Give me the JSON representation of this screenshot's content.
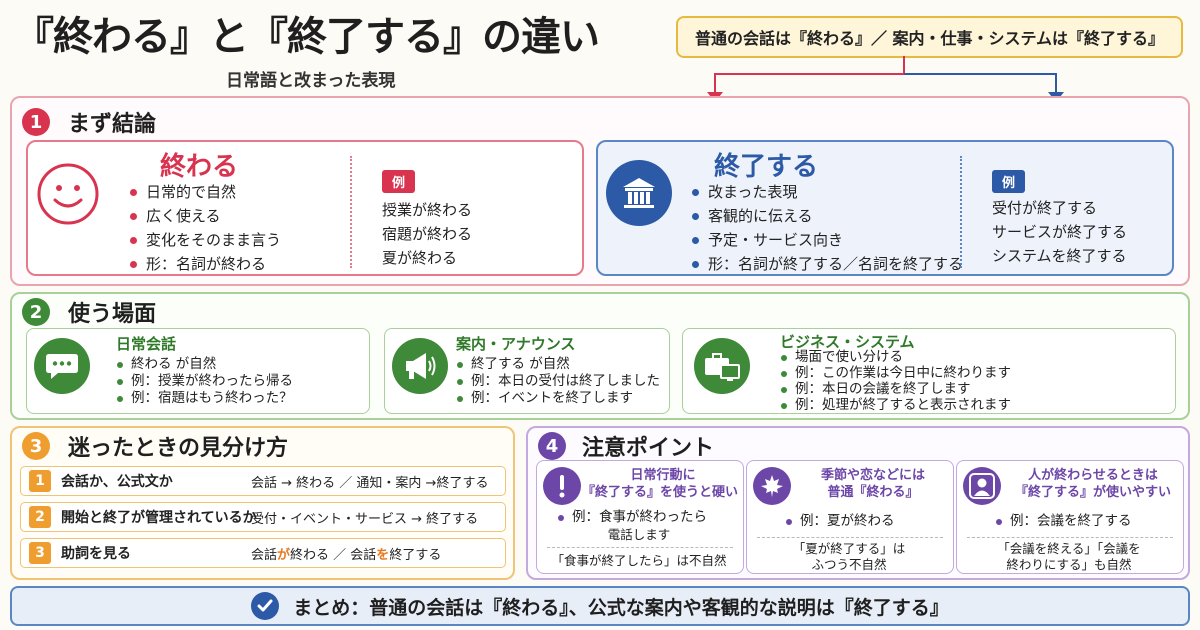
{
  "header": {
    "title": "『終わる』と『終了する』の違い",
    "subtitle": "日常語と改まった表現",
    "summary_box": "普通の会話は『終わる』／ 案内・仕事・システムは『終了する』"
  },
  "colors": {
    "red": "#d8344f",
    "blue": "#2c5aa6",
    "green": "#3f8a38",
    "orange": "#ef9d2e",
    "purple": "#6d47a8"
  },
  "section1": {
    "number": "1",
    "heading": "まず結論",
    "left": {
      "term": "終わる",
      "icon": "smiley-face-icon",
      "points": [
        "日常的で自然",
        "広く使える",
        "変化をそのまま言う",
        "形：名詞が終わる"
      ],
      "example_tag": "例",
      "examples": [
        "授業が終わる",
        "宿題が終わる",
        "夏が終わる"
      ]
    },
    "right": {
      "term": "終了する",
      "icon": "institution-building-icon",
      "points": [
        "改まった表現",
        "客観的に伝える",
        "予定・サービス向き",
        "形：名詞が終了する／名詞を終了する"
      ],
      "example_tag": "例",
      "examples": [
        "受付が終了する",
        "サービスが終了する",
        "システムを終了する"
      ]
    }
  },
  "section2": {
    "number": "2",
    "heading": "使う場面",
    "cards": [
      {
        "icon": "chat-bubble-icon",
        "title": "日常会話",
        "points": [
          "終わる が自然",
          "例：授業が終わったら帰る",
          "例：宿題はもう終わった？"
        ]
      },
      {
        "icon": "megaphone-icon",
        "title": "案内・アナウンス",
        "points": [
          "終了する が自然",
          "例：本日の受付は終了しました",
          "例：イベントを終了します"
        ]
      },
      {
        "icon": "briefcase-monitor-icon",
        "title": "ビジネス・システム",
        "points": [
          "場面で使い分ける",
          "例：この作業は今日中に終わります",
          "例：本日の会議を終了します",
          "例：処理が終了すると表示されます"
        ]
      }
    ]
  },
  "section3": {
    "number": "3",
    "heading": "迷ったときの見分け方",
    "rows": [
      {
        "num": "1",
        "label": "会話か、公式文か",
        "desc": "会話 → 終わる ／ 通知・案内 →終了する"
      },
      {
        "num": "2",
        "label": "開始と終了が管理されているか",
        "desc": "受付・イベント・サービス → 終了する"
      },
      {
        "num": "3",
        "label": "助詞を見る",
        "desc_a": "会話",
        "particle_a": "が",
        "desc_b": "終わる ／ 会話",
        "particle_b": "を",
        "desc_c": "終了する"
      }
    ]
  },
  "section4": {
    "number": "4",
    "heading": "注意ポイント",
    "cards": [
      {
        "icon": "exclamation-icon",
        "title_1": "日常行動に",
        "title_2": "『終了する』を使うと硬い",
        "example_1": "例：食事が終わったら",
        "example_2": "電話します",
        "note_1": "「食事が終了したら」は不自然",
        "note_2": ""
      },
      {
        "icon": "maple-leaf-icon",
        "title_1": "季節や恋などには",
        "title_2": "普通『終わる』",
        "example_1": "例：夏が終わる",
        "example_2": "",
        "note_1": "「夏が終了する」は",
        "note_2": "ふつう不自然"
      },
      {
        "icon": "person-icon",
        "title_1": "人が終わらせるときは",
        "title_2": "『終了する』が使いやすい",
        "example_1": "例：会議を終了する",
        "example_2": "",
        "note_1": "「会議を終える」「会議を",
        "note_2": "終わりにする」も自然"
      }
    ]
  },
  "footer": {
    "icon": "check-circle-icon",
    "text": "まとめ：普通の会話は『終わる』、公式な案内や客観的な説明は『終了する』"
  }
}
